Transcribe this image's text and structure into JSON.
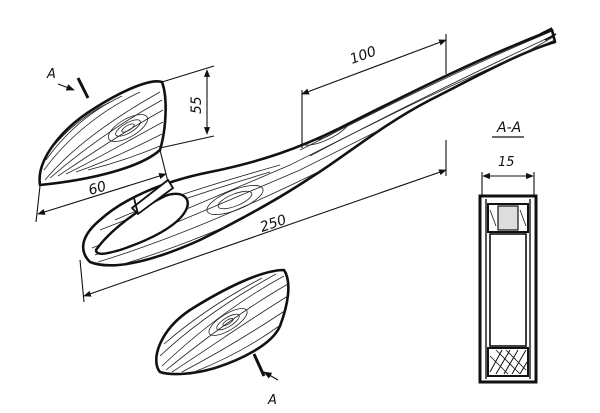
{
  "diagram": {
    "dimensions": {
      "d100": "100",
      "d55": "55",
      "d60": "60",
      "d250": "250",
      "d15": "15"
    },
    "section_marker_top": "A",
    "section_marker_bottom": "A",
    "section_title": "A-A"
  }
}
